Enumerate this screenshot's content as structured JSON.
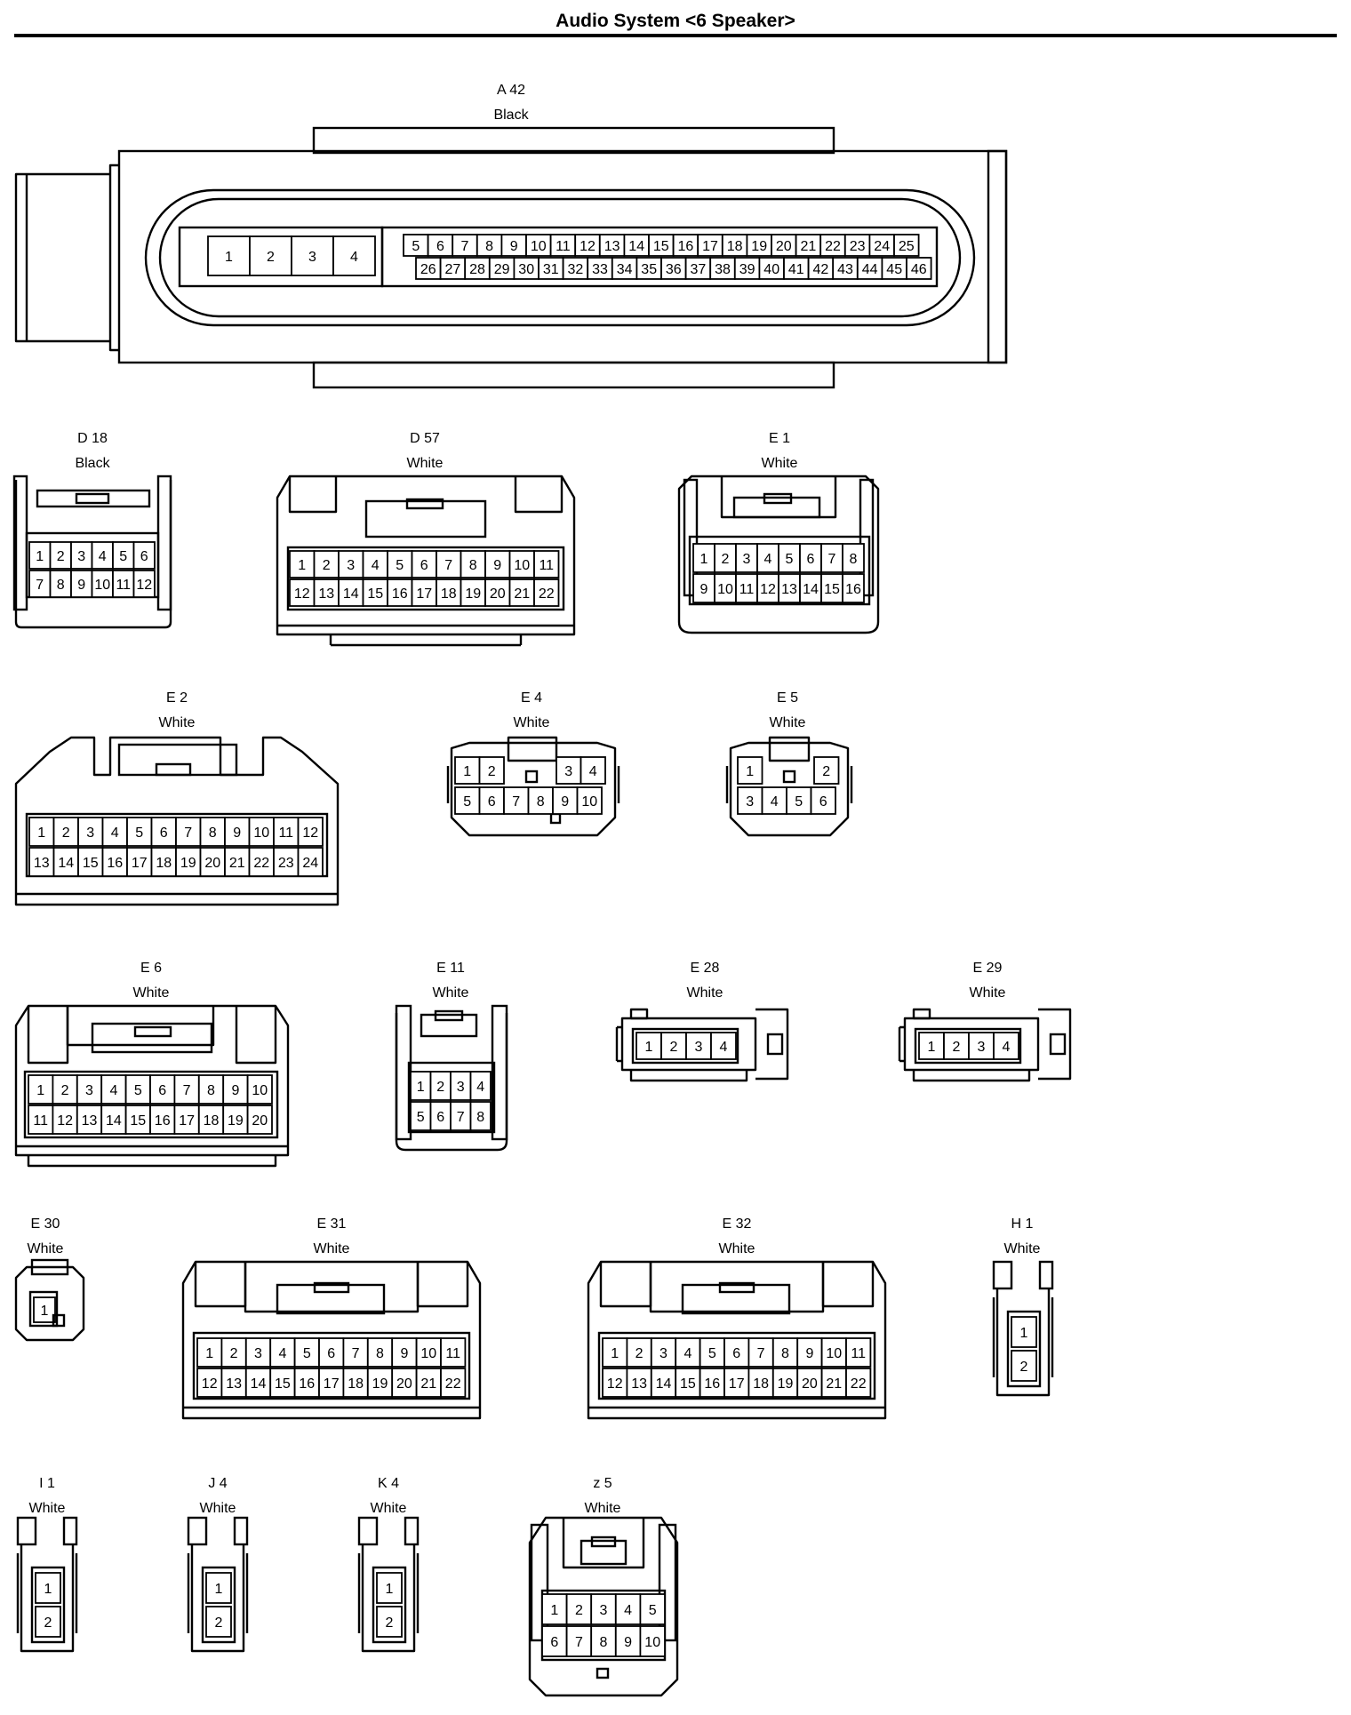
{
  "title": "Audio System <6 Speaker>",
  "connectors": [
    {
      "key": "A42",
      "id": "A 42",
      "color": "Black",
      "rows": [
        [
          "1",
          "2",
          "3",
          "4",
          "5",
          "6",
          "7",
          "8",
          "9",
          "10",
          "11",
          "12",
          "13",
          "14",
          "15",
          "16",
          "17",
          "18",
          "19",
          "20",
          "21",
          "22",
          "23",
          "24",
          "25"
        ],
        [
          "26",
          "27",
          "28",
          "29",
          "30",
          "31",
          "32",
          "33",
          "34",
          "35",
          "36",
          "37",
          "38",
          "39",
          "40",
          "41",
          "42",
          "43",
          "44",
          "45",
          "46"
        ]
      ]
    },
    {
      "key": "D18",
      "id": "D 18",
      "color": "Black",
      "rows": [
        [
          "1",
          "2",
          "3",
          "4",
          "5",
          "6"
        ],
        [
          "7",
          "8",
          "9",
          "10",
          "11",
          "12"
        ]
      ]
    },
    {
      "key": "D57",
      "id": "D 57",
      "color": "White",
      "rows": [
        [
          "1",
          "2",
          "3",
          "4",
          "5",
          "6",
          "7",
          "8",
          "9",
          "10",
          "11"
        ],
        [
          "12",
          "13",
          "14",
          "15",
          "16",
          "17",
          "18",
          "19",
          "20",
          "21",
          "22"
        ]
      ]
    },
    {
      "key": "E1",
      "id": "E 1",
      "color": "White",
      "rows": [
        [
          "1",
          "2",
          "3",
          "4",
          "5",
          "6",
          "7",
          "8"
        ],
        [
          "9",
          "10",
          "11",
          "12",
          "13",
          "14",
          "15",
          "16"
        ]
      ]
    },
    {
      "key": "E2",
      "id": "E 2",
      "color": "White",
      "rows": [
        [
          "1",
          "2",
          "3",
          "4",
          "5",
          "6",
          "7",
          "8",
          "9",
          "10",
          "11",
          "12"
        ],
        [
          "13",
          "14",
          "15",
          "16",
          "17",
          "18",
          "19",
          "20",
          "21",
          "22",
          "23",
          "24"
        ]
      ]
    },
    {
      "key": "E4",
      "id": "E 4",
      "color": "White",
      "rows": [
        [
          "1",
          "2",
          "3",
          "4"
        ],
        [
          "5",
          "6",
          "7",
          "8",
          "9",
          "10"
        ]
      ]
    },
    {
      "key": "E5",
      "id": "E 5",
      "color": "White",
      "rows": [
        [
          "1",
          "2"
        ],
        [
          "3",
          "4",
          "5",
          "6"
        ]
      ]
    },
    {
      "key": "E6",
      "id": "E 6",
      "color": "White",
      "rows": [
        [
          "1",
          "2",
          "3",
          "4",
          "5",
          "6",
          "7",
          "8",
          "9",
          "10"
        ],
        [
          "11",
          "12",
          "13",
          "14",
          "15",
          "16",
          "17",
          "18",
          "19",
          "20"
        ]
      ]
    },
    {
      "key": "E11",
      "id": "E 11",
      "color": "White",
      "rows": [
        [
          "1",
          "2",
          "3",
          "4"
        ],
        [
          "5",
          "6",
          "7",
          "8"
        ]
      ]
    },
    {
      "key": "E28",
      "id": "E 28",
      "color": "White",
      "rows": [
        [
          "1",
          "2",
          "3",
          "4"
        ]
      ]
    },
    {
      "key": "E29",
      "id": "E 29",
      "color": "White",
      "rows": [
        [
          "1",
          "2",
          "3",
          "4"
        ]
      ]
    },
    {
      "key": "E30",
      "id": "E 30",
      "color": "White",
      "rows": [
        [
          "1"
        ]
      ]
    },
    {
      "key": "E31",
      "id": "E 31",
      "color": "White",
      "rows": [
        [
          "1",
          "2",
          "3",
          "4",
          "5",
          "6",
          "7",
          "8",
          "9",
          "10",
          "11"
        ],
        [
          "12",
          "13",
          "14",
          "15",
          "16",
          "17",
          "18",
          "19",
          "20",
          "21",
          "22"
        ]
      ]
    },
    {
      "key": "E32",
      "id": "E 32",
      "color": "White",
      "rows": [
        [
          "1",
          "2",
          "3",
          "4",
          "5",
          "6",
          "7",
          "8",
          "9",
          "10",
          "11"
        ],
        [
          "12",
          "13",
          "14",
          "15",
          "16",
          "17",
          "18",
          "19",
          "20",
          "21",
          "22"
        ]
      ]
    },
    {
      "key": "H1",
      "id": "H 1",
      "color": "White",
      "rows": [
        [
          "1"
        ],
        [
          "2"
        ]
      ]
    },
    {
      "key": "I1",
      "id": "I 1",
      "color": "White",
      "rows": [
        [
          "1"
        ],
        [
          "2"
        ]
      ]
    },
    {
      "key": "J4",
      "id": "J 4",
      "color": "White",
      "rows": [
        [
          "1"
        ],
        [
          "2"
        ]
      ]
    },
    {
      "key": "K4",
      "id": "K 4",
      "color": "White",
      "rows": [
        [
          "1"
        ],
        [
          "2"
        ]
      ]
    },
    {
      "key": "z5",
      "id": "z 5",
      "color": "White",
      "rows": [
        [
          "1",
          "2",
          "3",
          "4",
          "5"
        ],
        [
          "6",
          "7",
          "8",
          "9",
          "10"
        ]
      ]
    }
  ]
}
